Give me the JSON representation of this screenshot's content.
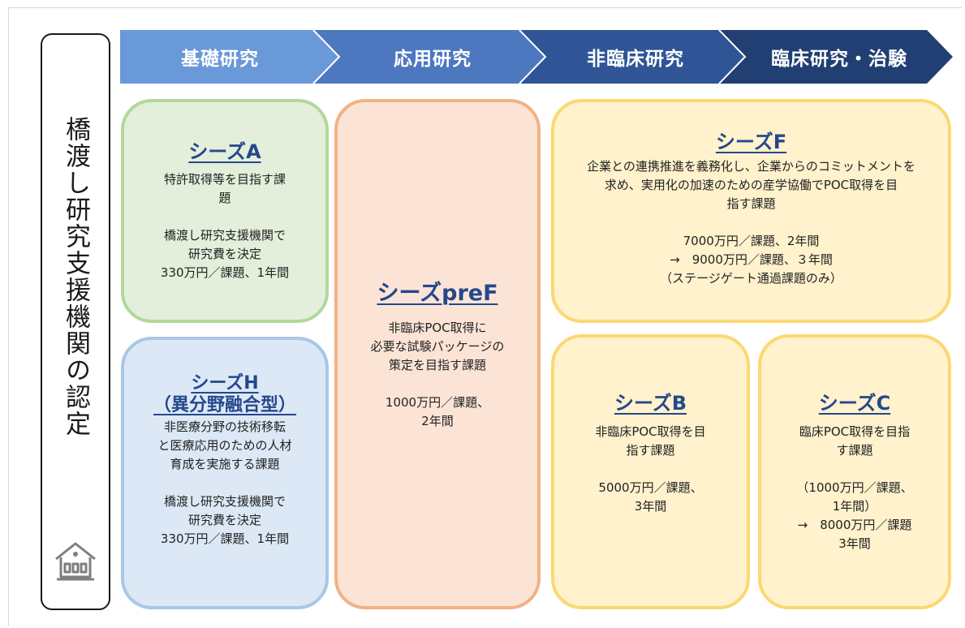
{
  "side_label": "橋渡し研究支援機関の認定",
  "stages": [
    {
      "label": "基礎研究",
      "color": "#6a99d9"
    },
    {
      "label": "応用研究",
      "color": "#4d78bf"
    },
    {
      "label": "非臨床研究",
      "color": "#2f5597"
    },
    {
      "label": "臨床研究・治験",
      "color": "#213f73"
    }
  ],
  "seeds": {
    "a": {
      "title": "シーズA",
      "description": "特許取得等を目指す課\n題",
      "funding": "橋渡し研究支援機関で\n研究費を決定\n330万円／課題、1年間"
    },
    "h": {
      "title": "シーズH\n（異分野融合型）",
      "description": "非医療分野の技術移転\nと医療応用のための人材\n育成を実施する課題",
      "funding": "橋渡し研究支援機関で\n研究費を決定\n330万円／課題、1年間"
    },
    "pref": {
      "title": "シーズpreF",
      "description": "非臨床POC取得に\n必要な試験パッケージの\n策定を目指す課題",
      "funding": "1000万円／課題、\n2年間"
    },
    "f": {
      "title": "シーズF",
      "description": "企業との連携推進を義務化し、企業からのコミットメントを\n求め、実用化の加速のための産学協働でPOC取得を目\n指す課題",
      "funding": "7000万円／課題、2年間\n→　9000万円／課題、３年間\n（ステージゲート通過課題のみ）"
    },
    "b": {
      "title": "シーズB",
      "description": "非臨床POC取得を目\n指す課題",
      "funding": "5000万円／課題、\n3年間"
    },
    "c": {
      "title": "シーズC",
      "description": "臨床POC取得を目指\nす課題",
      "funding": "（1000万円／課題、\n1年間）\n→　8000万円／課題\n3年間"
    }
  },
  "colors": {
    "title_text": "#24488c",
    "green_fill": "#e3efda",
    "green_border": "#b3d79c",
    "blue_fill": "#dce8f5",
    "blue_border": "#a9c7e6",
    "orange_fill": "#fbe4d6",
    "orange_border": "#f2b285",
    "yellow_fill": "#fff2cc",
    "yellow_border": "#fbd873"
  },
  "icons": {
    "side": "home-icon"
  }
}
